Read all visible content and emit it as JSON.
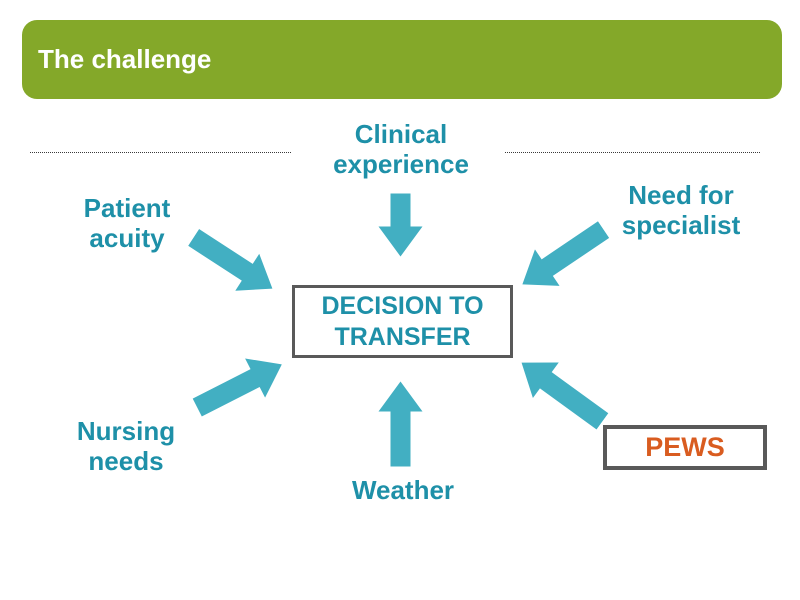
{
  "title": "The challenge",
  "center_box": {
    "label": "DECISION TO\nTRANSFER"
  },
  "factors": [
    {
      "name": "clinical-experience",
      "label": "Clinical\nexperience"
    },
    {
      "name": "patient-acuity",
      "label": "Patient\nacuity"
    },
    {
      "name": "need-for-specialist",
      "label": "Need for\nspecialist"
    },
    {
      "name": "nursing-needs",
      "label": "Nursing\nneeds"
    },
    {
      "name": "weather",
      "label": "Weather"
    },
    {
      "name": "pews",
      "label": "PEWS"
    }
  ],
  "arrows": [
    {
      "name": "arrow-clinical-to-center",
      "direction": "down"
    },
    {
      "name": "arrow-patient-to-center",
      "direction": "down-right"
    },
    {
      "name": "arrow-specialist-to-center",
      "direction": "down-left"
    },
    {
      "name": "arrow-nursing-to-center",
      "direction": "up-right"
    },
    {
      "name": "arrow-pews-to-center",
      "direction": "up-left"
    },
    {
      "name": "arrow-weather-to-center",
      "direction": "up"
    }
  ],
  "colors": {
    "header_green": "#84A829",
    "label_teal": "#1E90A8",
    "arrow_teal": "#42AFC2",
    "pews_orange": "#D95C20",
    "box_border_gray": "#595959",
    "dotted_line": "#3a3a3a"
  }
}
